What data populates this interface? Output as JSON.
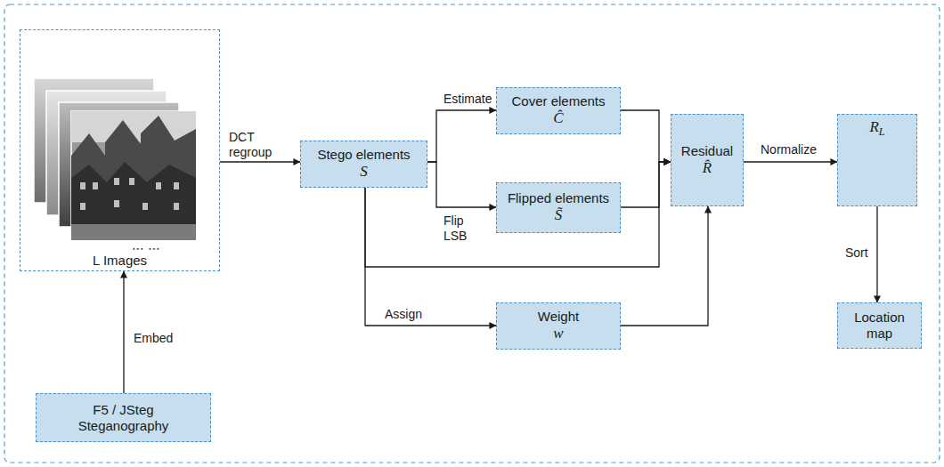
{
  "diagram": {
    "nodes": [
      {
        "text": [
          "L Images"
        ]
      },
      {
        "text": [
          "F5 / JSteg Steganography"
        ]
      },
      {
        "text": [
          "Stego elements",
          "S"
        ]
      },
      {
        "text": [
          "Cover elements",
          "Ĉ"
        ]
      },
      {
        "text": [
          "Flipped elements",
          "S̃"
        ]
      },
      {
        "text": [
          "Weight",
          "w"
        ]
      },
      {
        "text": [
          "Residual",
          "R̂"
        ]
      },
      {
        "text": [
          "R",
          "L"
        ]
      },
      {
        "text": [
          "Location map"
        ]
      }
    ],
    "edges": [
      {
        "from": 1,
        "to": 0,
        "label": "Embed",
        "arrow": "to"
      },
      {
        "from": 0,
        "to": 2,
        "label": "DCT regroup",
        "arrow": "to"
      },
      {
        "from": 2,
        "to": 3,
        "label": "Estimate",
        "arrow": "to"
      },
      {
        "from": 2,
        "to": 4,
        "label": "Flip LSB",
        "arrow": "to"
      },
      {
        "from": 2,
        "to": 6,
        "arrow": "to"
      },
      {
        "from": 2,
        "to": 5,
        "label": "Assign",
        "arrow": "to"
      },
      {
        "from": 3,
        "to": 6,
        "arrow": "to"
      },
      {
        "from": 4,
        "to": 6,
        "arrow": "to"
      },
      {
        "from": 5,
        "to": 6,
        "arrow": "to"
      },
      {
        "from": 6,
        "to": 7,
        "label": "Normalize",
        "arrow": "to"
      },
      {
        "from": 7,
        "to": 8,
        "label": "Sort",
        "arrow": "to"
      }
    ],
    "labels": [
      "⋯ ⋯"
    ]
  }
}
